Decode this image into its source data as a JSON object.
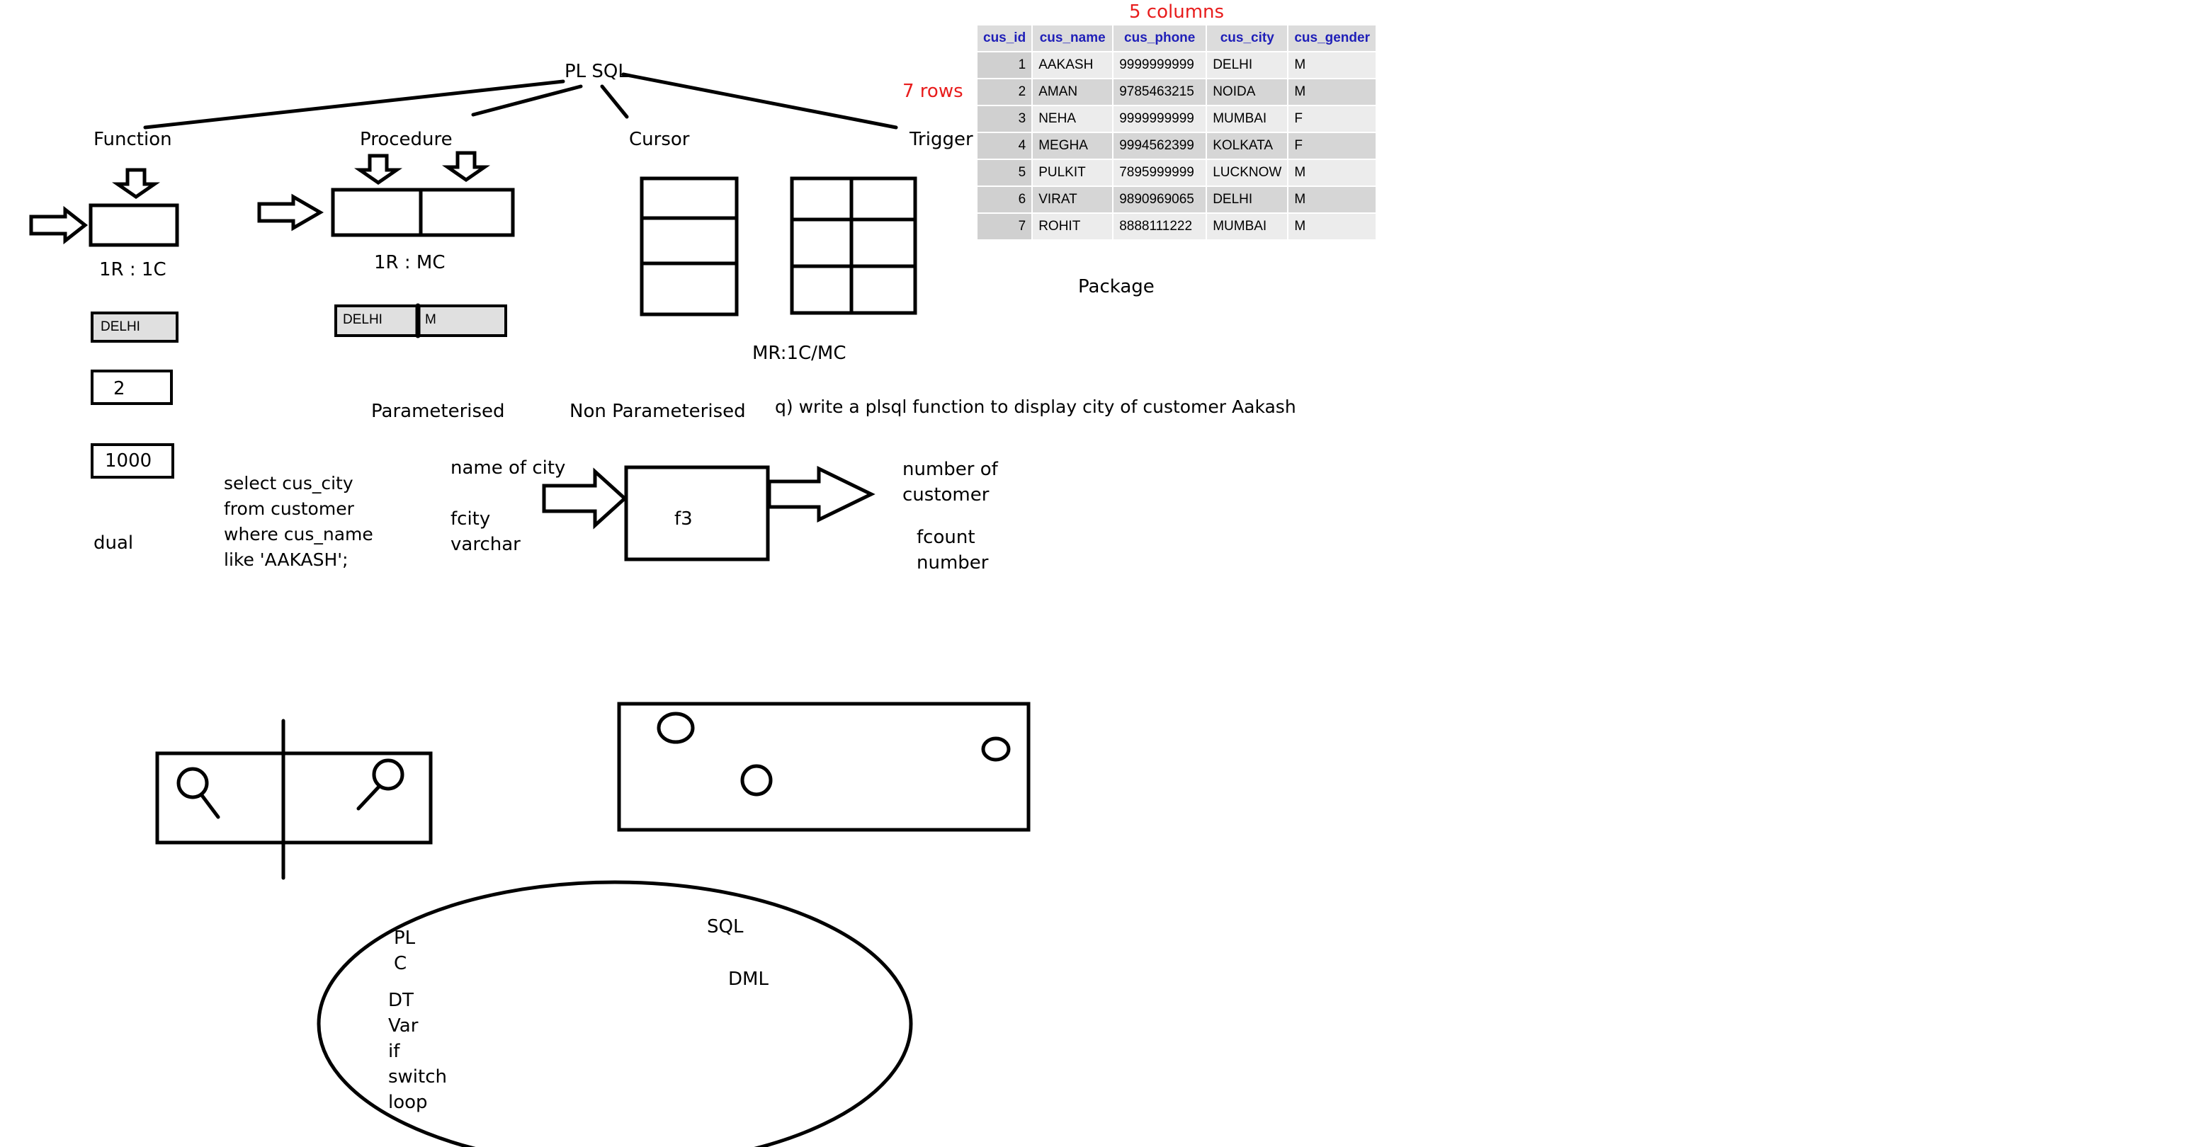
{
  "title": "PL SQL",
  "categories": [
    "Function",
    "Procedure",
    "Cursor",
    "Trigger"
  ],
  "package_label": "Package",
  "function_notes": {
    "ratio": "1R : 1C",
    "sample_city": "DELHI",
    "value_two": "2",
    "value_thousand": "1000",
    "dual": "dual"
  },
  "procedure_notes": {
    "ratio": "1R : MC",
    "city": "DELHI",
    "gender": "M",
    "parameterised": "Parameterised"
  },
  "cursor_notes": {
    "ratio": "MR:1C/MC",
    "non_parameterised": "Non Parameterised"
  },
  "table_annotations": {
    "columns": "5 columns",
    "rows": "7 rows"
  },
  "customer_table": {
    "headers": [
      "cus_id",
      "cus_name",
      "cus_phone",
      "cus_city",
      "cus_gender"
    ],
    "rows": [
      [
        "1",
        "AAKASH",
        "9999999999",
        "DELHI",
        "M"
      ],
      [
        "2",
        "AMAN",
        "9785463215",
        "NOIDA",
        "M"
      ],
      [
        "3",
        "NEHA",
        "9999999999",
        "MUMBAI",
        "F"
      ],
      [
        "4",
        "MEGHA",
        "9994562399",
        "KOLKATA",
        "F"
      ],
      [
        "5",
        "PULKIT",
        "7895999999",
        "LUCKNOW",
        "M"
      ],
      [
        "6",
        "VIRAT",
        "9890969065",
        "DELHI",
        "M"
      ],
      [
        "7",
        "ROHIT",
        "8888111222",
        "MUMBAI",
        "M"
      ]
    ]
  },
  "question": "q) write a plsql function to display city of customer Aakash",
  "query_lines": [
    "select cus_city",
    "from customer",
    "where cus_name",
    "like 'AAKASH';"
  ],
  "function_diagram": {
    "input_lines": [
      "name of city",
      "fcity",
      "varchar"
    ],
    "name": "f3",
    "output_lines": [
      "number of",
      "customer",
      "fcount",
      "number"
    ]
  },
  "ellipse_labels": {
    "left": [
      "PL",
      "C",
      "DT",
      "Var",
      "if",
      "switch",
      "loop"
    ],
    "right": [
      "SQL",
      "DML"
    ]
  },
  "colors": {
    "annotation": "#e81c1c",
    "header_text": "#1f1fb8",
    "header_bg": "#dcdcdc"
  }
}
